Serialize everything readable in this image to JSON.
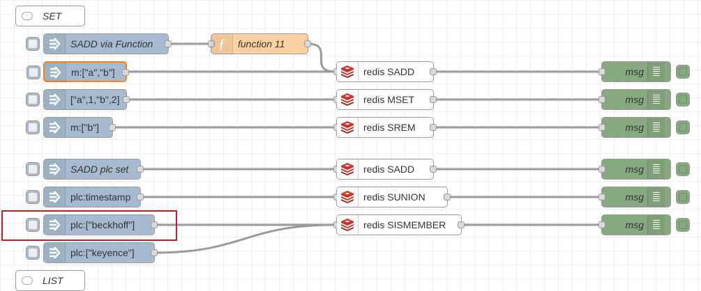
{
  "comments": {
    "set": "SET",
    "list": "LIST"
  },
  "inject_nodes": [
    {
      "label": "SADD via Function",
      "italic": true
    },
    {
      "label": "m:[\"a\",\"b\"]"
    },
    {
      "label": "[\"a\",1,\"b\",2]"
    },
    {
      "label": "m:[\"b\"]"
    },
    {
      "label": "SADD plc set",
      "italic": true
    },
    {
      "label": "plc:timestamp"
    },
    {
      "label": "plc:[\"beckhoff\"]"
    },
    {
      "label": "plc:[\"keyence\"]"
    }
  ],
  "function_node": {
    "label": "function 11",
    "icon": "function-icon"
  },
  "redis_nodes": [
    {
      "label": "redis SADD"
    },
    {
      "label": "redis MSET"
    },
    {
      "label": "redis SREM"
    },
    {
      "label": "redis SADD"
    },
    {
      "label": "redis SUNION"
    },
    {
      "label": "redis SISMEMBER"
    }
  ],
  "debug_nodes": [
    {
      "label": "msg"
    },
    {
      "label": "msg"
    },
    {
      "label": "msg"
    },
    {
      "label": "msg"
    },
    {
      "label": "msg"
    },
    {
      "label": "msg"
    }
  ],
  "icons": {
    "inject": "arrow-in-icon",
    "redis": "redis-icon",
    "debug": "list-icon",
    "comment": "comment-icon"
  },
  "colors": {
    "inject": "#a6bbcf",
    "function": "#fdd0a2",
    "debug": "#87a980",
    "redis": "#ffffff",
    "selection": "#ff7f0e",
    "highlight": "#b22222",
    "wire": "#999999"
  }
}
